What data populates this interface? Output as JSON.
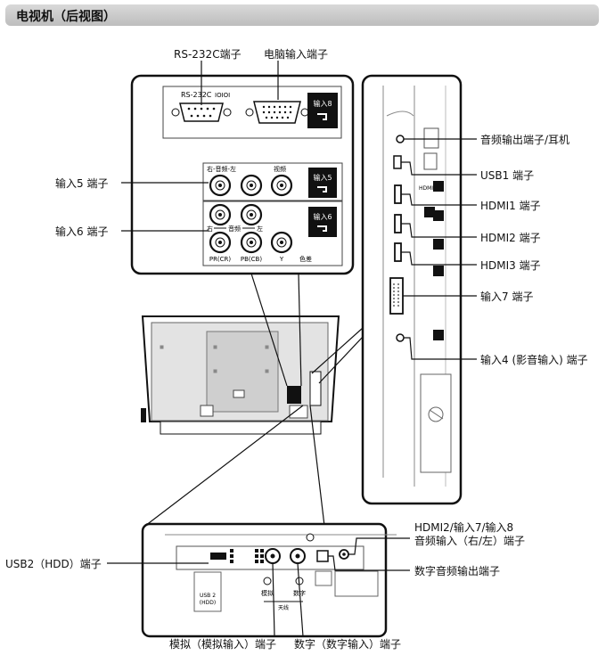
{
  "header": {
    "title": "电视机（后视图）"
  },
  "labels": {
    "rs232c": "RS-232C端子",
    "pc_input": "电脑输入端子",
    "input5": "输入5 端子",
    "input6": "输入6 端子",
    "audio_out": "音频输出端子/耳机",
    "usb1": "USB1 端子",
    "hdmi1": "HDMI1 端子",
    "hdmi2": "HDMI2 端子",
    "hdmi3": "HDMI3 端子",
    "input7": "输入7 端子",
    "input4": "输入4 (影音输入) 端子",
    "hdmi_audio_line1": "HDMI2/输入7/输入8",
    "hdmi_audio_line2": "音频输入（右/左）端子",
    "digital_audio_out": "数字音频输出端子",
    "usb2": "USB2（HDD）端子",
    "analog_antenna": "模拟（模拟输入）端子",
    "digital_antenna": "数字（数字输入）端子"
  },
  "panel_text": {
    "rs232c_port": "RS-232C",
    "input8_badge": "输入8",
    "input5_badge": "输入5",
    "input6_badge": "输入6",
    "input5_audio": "右-音频-左",
    "input5_video": "视频",
    "input6_right": "右",
    "input6_audio": "音频",
    "input6_left": "左",
    "pr": "PR(CR)",
    "pb": "PB(CB)",
    "y": "Y",
    "color_diff": "色差",
    "usb2_small": "USB 2",
    "hdd_small": "(HDD)",
    "analog_small": "模拟",
    "digital_small": "数字",
    "antenna_small": "天线",
    "side_hdmi": "HDMI"
  }
}
